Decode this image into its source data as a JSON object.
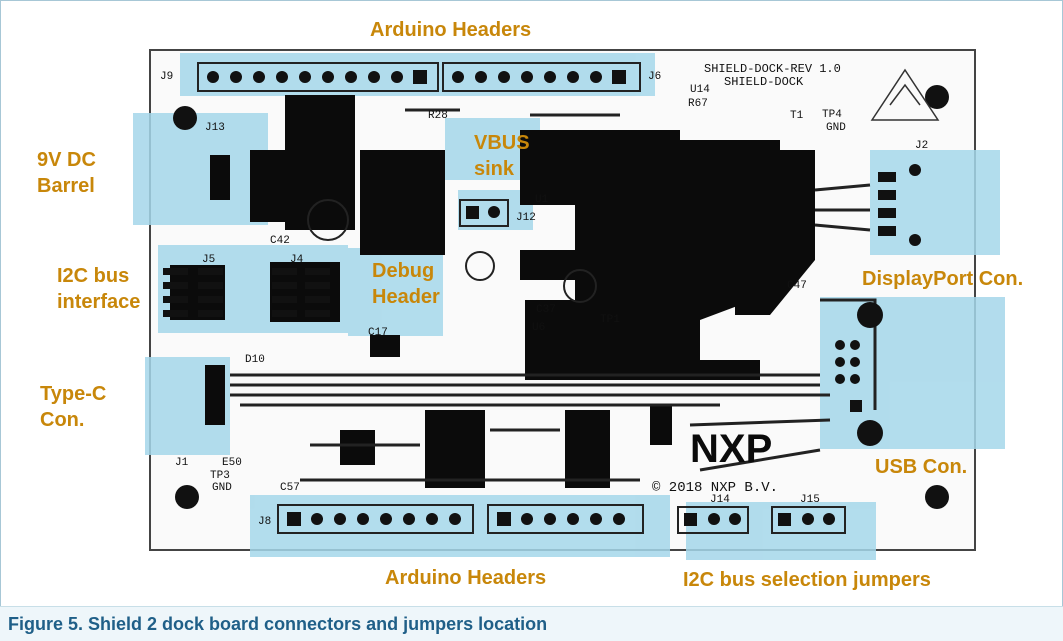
{
  "figure": {
    "caption": "Figure 5. Shield 2 dock board connectors and jumpers location",
    "labels": {
      "arduino_top": "Arduino Headers",
      "arduino_bottom": "Arduino Headers",
      "dc_barrel": "9V DC Barrel",
      "vbus_sink": "VBUS sink",
      "i2c_interface": "I2C bus interface",
      "debug_header": "Debug Header",
      "displayport": "DisplayPort Con.",
      "type_c": "Type-C Con.",
      "usb": "USB Con.",
      "i2c_jumpers": "I2C bus selection jumpers"
    },
    "silkscreen": {
      "board_rev": "SHIELD-DOCK-REV 1.0",
      "board_name": "SHIELD-DOCK",
      "copyright": "© 2018 NXP B.V.",
      "logo": "NXP",
      "j9": "J9",
      "j6": "J6",
      "j13": "J13",
      "j5": "J5",
      "j4": "J4",
      "j2": "J2",
      "j1": "J1",
      "j8": "J8",
      "j14": "J14",
      "j15": "J15",
      "j12": "J12",
      "u14": "U14",
      "tp4": "TP4",
      "tp3": "TP3",
      "gnd": "GND",
      "c42": "C42",
      "c47": "C47",
      "c37": "C37",
      "c17": "C17",
      "c57": "C57",
      "u6": "U6",
      "u1": "U1",
      "tp1": "TP1",
      "d10": "D10",
      "e50": "E50",
      "r28": "R28",
      "r67": "R67",
      "t1": "T1"
    }
  },
  "colors": {
    "highlight": "#a5d7ea",
    "label": "#c8870a",
    "caption": "#1f5f88",
    "copper": "#0b0b0b"
  }
}
